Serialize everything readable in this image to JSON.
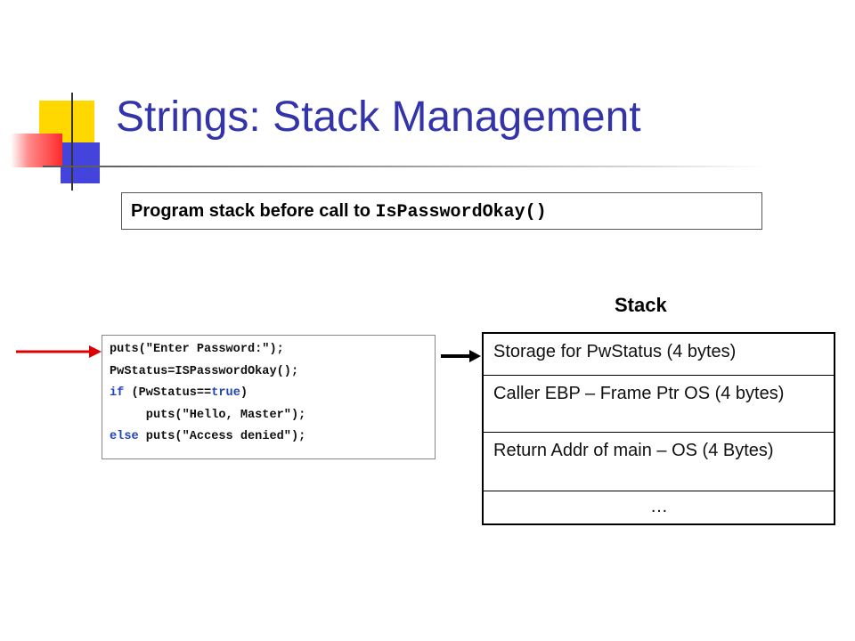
{
  "title": "Strings: Stack Management",
  "caption": {
    "text": "Program stack before call to ",
    "code": "IsPasswordOkay()"
  },
  "code_lines": [
    {
      "parts": [
        {
          "t": "puts(\"Enter Password:\");",
          "kw": false
        }
      ]
    },
    {
      "parts": [
        {
          "t": "PwStatus=ISPasswordOkay();",
          "kw": false
        }
      ]
    },
    {
      "parts": [
        {
          "t": "if",
          "kw": true
        },
        {
          "t": " (PwStatus==",
          "kw": false
        },
        {
          "t": "true",
          "kw": true
        },
        {
          "t": ")",
          "kw": false
        }
      ]
    },
    {
      "parts": [
        {
          "t": "     puts(\"Hello, Master\");",
          "kw": false
        }
      ]
    },
    {
      "parts": [
        {
          "t": "else",
          "kw": true
        },
        {
          "t": " puts(\"Access denied\");",
          "kw": false
        }
      ]
    }
  ],
  "stack": {
    "label": "Stack",
    "cells": [
      "Storage for PwStatus (4 bytes)",
      "Caller EBP – Frame Ptr OS (4 bytes)",
      "Return Addr of main – OS (4 Bytes)",
      "…"
    ]
  },
  "colors": {
    "title": "#3333aa",
    "keyword": "#2244bb",
    "pointer_arrow": "#dd0000",
    "stack_pointer_arrow": "#000000"
  }
}
